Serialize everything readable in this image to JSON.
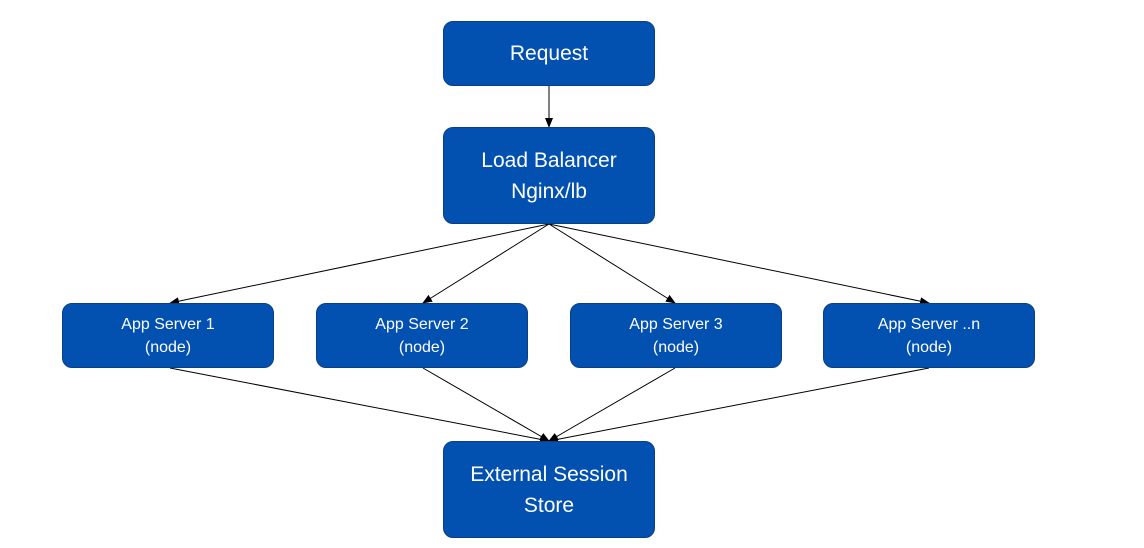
{
  "colors": {
    "node_fill": "#0250b0",
    "node_text": "#ffffff",
    "connector": "#000000"
  },
  "nodes": {
    "request": {
      "line1": "Request"
    },
    "load_balancer": {
      "line1": "Load Balancer",
      "line2": "Nginx/lb"
    },
    "app_server_1": {
      "line1": "App Server 1",
      "line2": "(node)"
    },
    "app_server_2": {
      "line1": "App Server 2",
      "line2": "(node)"
    },
    "app_server_3": {
      "line1": "App Server 3",
      "line2": "(node)"
    },
    "app_server_n": {
      "line1": "App Server ..n",
      "line2": "(node)"
    },
    "session_store": {
      "line1": "External Session",
      "line2": "Store"
    }
  },
  "edges": [
    {
      "from": "request",
      "to": "load_balancer"
    },
    {
      "from": "load_balancer",
      "to": "app_server_1"
    },
    {
      "from": "load_balancer",
      "to": "app_server_2"
    },
    {
      "from": "load_balancer",
      "to": "app_server_3"
    },
    {
      "from": "load_balancer",
      "to": "app_server_n"
    },
    {
      "from": "app_server_1",
      "to": "session_store"
    },
    {
      "from": "app_server_2",
      "to": "session_store"
    },
    {
      "from": "app_server_3",
      "to": "session_store"
    },
    {
      "from": "app_server_n",
      "to": "session_store"
    }
  ]
}
